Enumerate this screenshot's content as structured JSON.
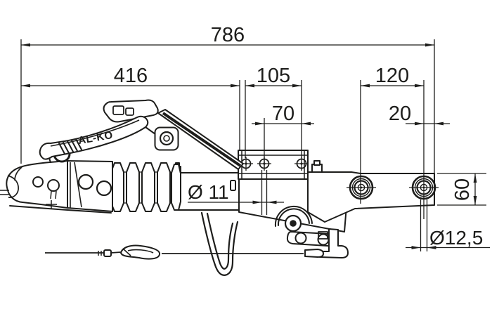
{
  "drawing": {
    "background": "#ffffff",
    "line_color": "#1d1d1b",
    "brand_label": "AL-KO",
    "dimensions": {
      "overall_length": "786",
      "coupling_length": "416",
      "plate_width": "105",
      "plate_hole_spacing": "70",
      "rear_hole_spacing": "120",
      "rear_hole_end_offset": "20",
      "plate_hole_diameter": "Ø 11",
      "drawbar_height": "60",
      "rear_hole_diameter": "Ø12,5"
    }
  }
}
